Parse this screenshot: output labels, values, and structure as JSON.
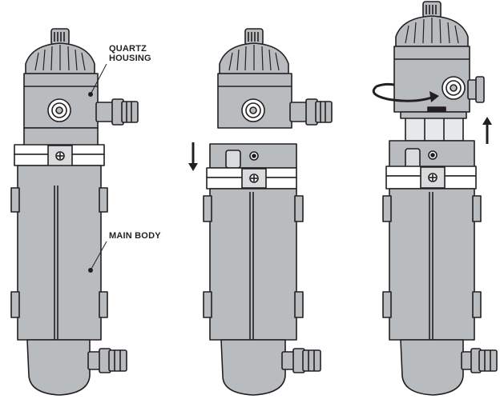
{
  "labels": {
    "quartz_line1": "QUARTZ",
    "quartz_line2": "HOUSING",
    "main_body": "MAIN BODY"
  },
  "colors": {
    "unit_fill": "#b9bcbe",
    "unit_stroke": "#231f20",
    "lens_fill": "#ffffff",
    "arrow": "#231f20",
    "quartz_glass": "#e6e8e9"
  },
  "steps": [
    {
      "name": "assembled",
      "arrow": "none"
    },
    {
      "name": "push-down",
      "arrow": "down"
    },
    {
      "name": "twist-and-lift",
      "arrow": "rotate-and-up"
    }
  ]
}
